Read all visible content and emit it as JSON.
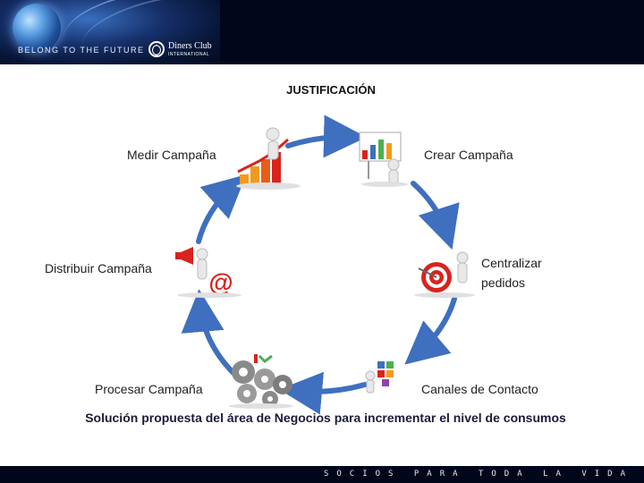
{
  "header": {
    "tagline": "BELONG TO THE FUTURE",
    "logo_name": "Diners Club",
    "logo_sub": "INTERNATIONAL",
    "globe_icon": "globe-icon"
  },
  "title": "JUSTIFICACIÓN",
  "steps": [
    {
      "label": "Crear Campaña",
      "icon": "chart-presentation-icon"
    },
    {
      "label_line1": "Centralizar",
      "label_line2": "pedidos",
      "icon": "target-icon"
    },
    {
      "label": "Canales de Contacto",
      "icon": "social-channels-icon"
    },
    {
      "label": "Procesar Campaña",
      "icon": "gears-icon"
    },
    {
      "label": "Distribuir Campaña",
      "icon": "megaphone-email-icon"
    },
    {
      "label": "Medir Campaña",
      "icon": "growth-chart-icon"
    }
  ],
  "caption": "Solución propuesta del área de Negocios para incrementar el nivel de consumos",
  "footer": {
    "slogan": "SOCIOS PARA TODA LA VIDA"
  },
  "colors": {
    "arrow": "#3f6fbf",
    "header_bg": "#02061a",
    "accent_red": "#d9231d",
    "gear_gray": "#8a8a8a"
  }
}
